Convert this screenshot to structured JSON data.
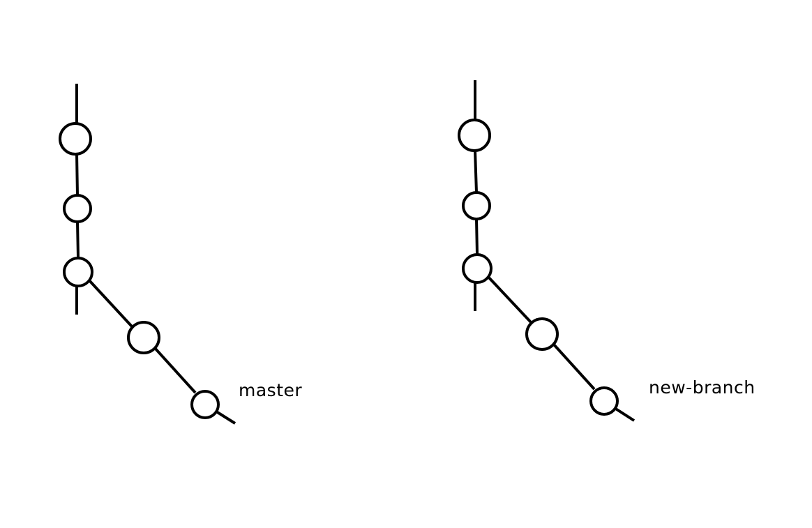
{
  "diagram": {
    "stroke_color": "#000000",
    "background_color": "#ffffff",
    "graphs": [
      {
        "branch_label": "master",
        "commit_count": 5
      },
      {
        "branch_label": "new-branch",
        "commit_count": 5
      }
    ]
  }
}
